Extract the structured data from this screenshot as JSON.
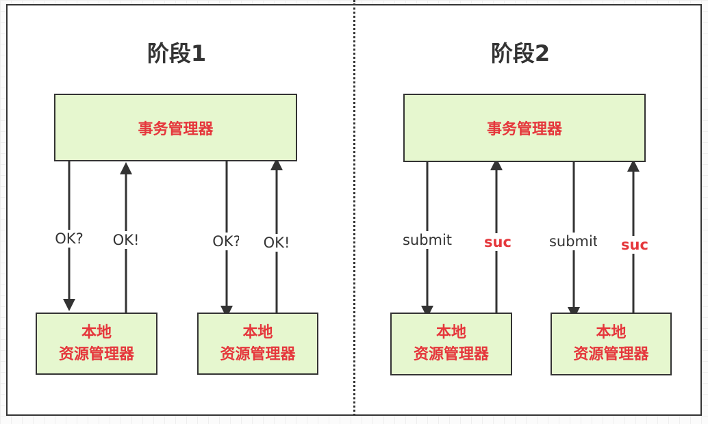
{
  "phase1": {
    "title": "阶段1",
    "transaction_manager": "事务管理器",
    "resource_managers": [
      {
        "line1": "本地",
        "line2": "资源管理器"
      },
      {
        "line1": "本地",
        "line2": "资源管理器"
      }
    ],
    "labels": {
      "down_1": "OK?",
      "up_1": "OK!",
      "down_2": "OK?",
      "up_2": "OK!"
    }
  },
  "phase2": {
    "title": "阶段2",
    "transaction_manager": "事务管理器",
    "resource_managers": [
      {
        "line1": "本地",
        "line2": "资源管理器"
      },
      {
        "line1": "本地",
        "line2": "资源管理器"
      }
    ],
    "labels": {
      "down_1": "submit",
      "up_1": "suc",
      "down_2": "submit",
      "up_2": "suc"
    }
  },
  "colors": {
    "box_fill": "#e6f7cf",
    "box_text": "#e5373c",
    "line": "#333333"
  }
}
